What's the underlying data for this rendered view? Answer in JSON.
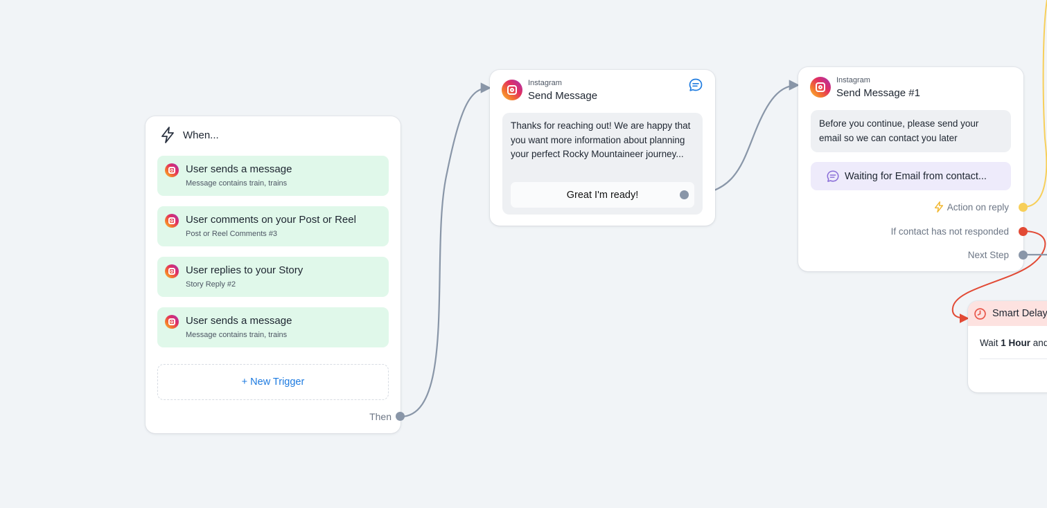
{
  "colors": {
    "canvas_bg": "#f1f4f7",
    "trigger_bg": "#e0f8ea",
    "link_blue": "#1e7be0",
    "connector_gray": "#8996a8",
    "action_yellow": "#f7cf5a",
    "timeout_red": "#e24a35",
    "waiting_bg": "#eeebfb",
    "delay_header_bg": "#fde2e0"
  },
  "trigger_card": {
    "header": "When...",
    "header_icon": "lightning-icon",
    "triggers": [
      {
        "icon": "instagram-icon",
        "title": "User sends a message",
        "subtitle": "Message contains train, trains"
      },
      {
        "icon": "instagram-icon",
        "title": "User comments on your Post or Reel",
        "subtitle": "Post or Reel Comments #3"
      },
      {
        "icon": "instagram-icon",
        "title": "User replies to your Story",
        "subtitle": "Story Reply #2"
      },
      {
        "icon": "instagram-icon",
        "title": "User sends a message",
        "subtitle": "Message contains train, trains"
      }
    ],
    "new_trigger_label": "+ New Trigger",
    "then_label": "Then"
  },
  "send_message_card": {
    "platform": "Instagram",
    "title": "Send Message",
    "message": "Thanks for reaching out! We are happy that you want more information about planning your perfect Rocky Mountaineer journey...",
    "button_label": "Great I'm ready!",
    "corner_icon": "chat-bubble-icon"
  },
  "send_message_1_card": {
    "platform": "Instagram",
    "title": "Send Message #1",
    "message": "Before you continue, please send your email so we can contact you later",
    "waiting_label": "Waiting for Email from contact...",
    "waiting_icon": "chat-bubble-icon",
    "outputs": {
      "action_on_reply": "Action on reply",
      "not_responded": "If contact has not responded",
      "next_step": "Next Step"
    }
  },
  "smart_delay_card": {
    "title": "Smart Delay",
    "icon": "clock-icon",
    "wait_prefix": "Wait",
    "wait_value": "1 Hour",
    "wait_suffix": "and"
  }
}
